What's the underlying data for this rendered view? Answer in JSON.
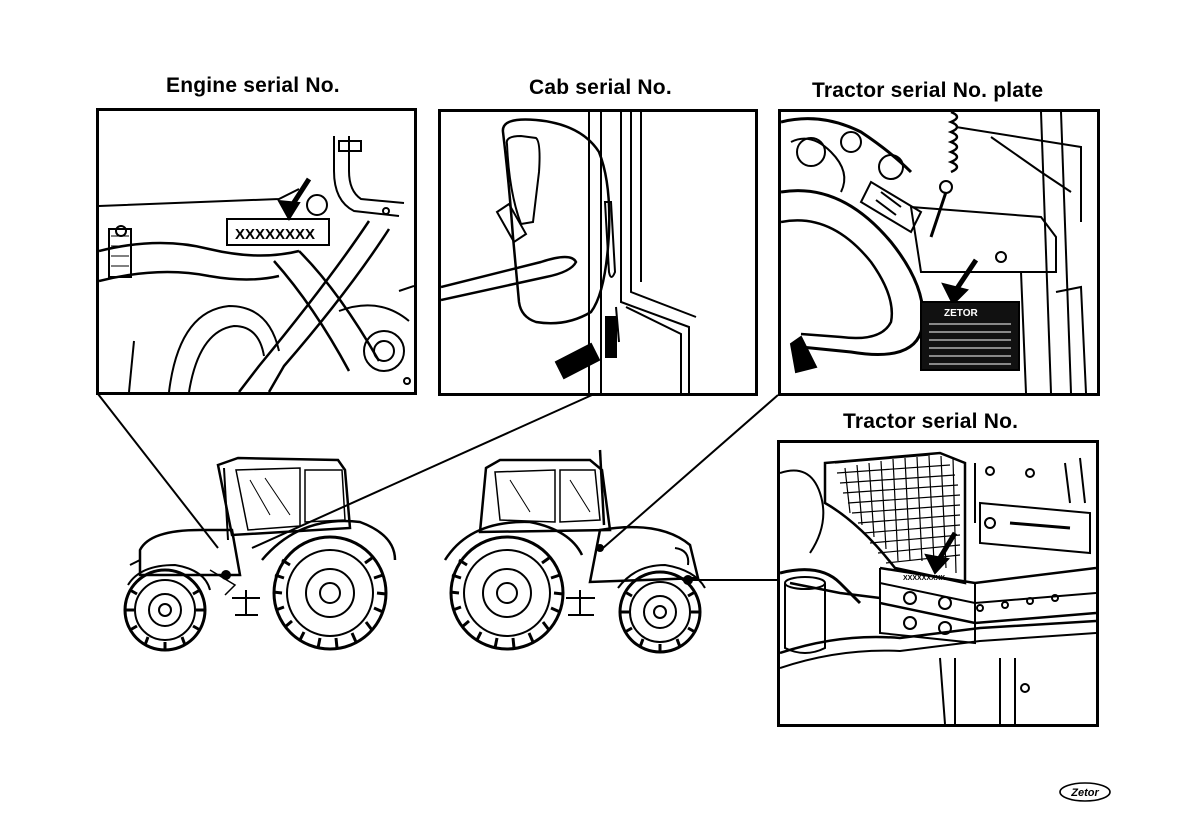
{
  "captions": {
    "engine": "Engine serial No.",
    "cab": "Cab serial No.",
    "plate": "Tractor serial No. plate",
    "tractor": "Tractor serial No."
  },
  "engine_plate_text": "XXXXXXXX",
  "tractor_number_text": "XXXXXXXXX",
  "plate_brand_text": "ZETOR",
  "logo_text": "Zetor"
}
